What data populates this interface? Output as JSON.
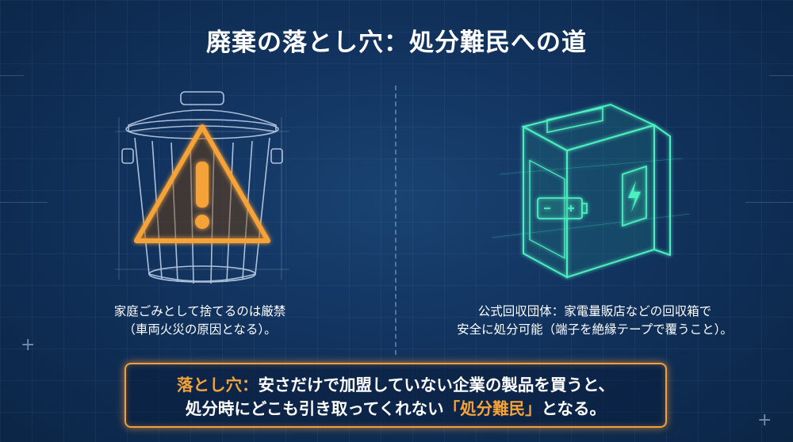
{
  "title": "廃棄の落とし穴：処分難民への道",
  "left": {
    "icons": [
      "trash-can-icon",
      "warning-triangle-icon"
    ],
    "caption_line1": "家庭ごみとして捨てるのは厳禁",
    "caption_line2": "（車両火災の原因となる）。"
  },
  "right": {
    "icons": [
      "collection-box-icon",
      "battery-icon",
      "charging-icon"
    ],
    "caption_line1": "公式回収団体：家電量販店などの回収箱で",
    "caption_line2": "安全に処分可能（端子を絶縁テープで覆うこと）。"
  },
  "callout": {
    "label": "落とし穴：",
    "line1_text": "安さだけで加盟していない企業の製品を買うと、",
    "line2_text": "処分時にどこも引き取ってくれない",
    "highlight": "「処分難民」",
    "line2_end": "となる。"
  },
  "colors": {
    "background": "#123460",
    "warning_orange": "#f5a238",
    "recycle_green": "#4cf0c0"
  }
}
